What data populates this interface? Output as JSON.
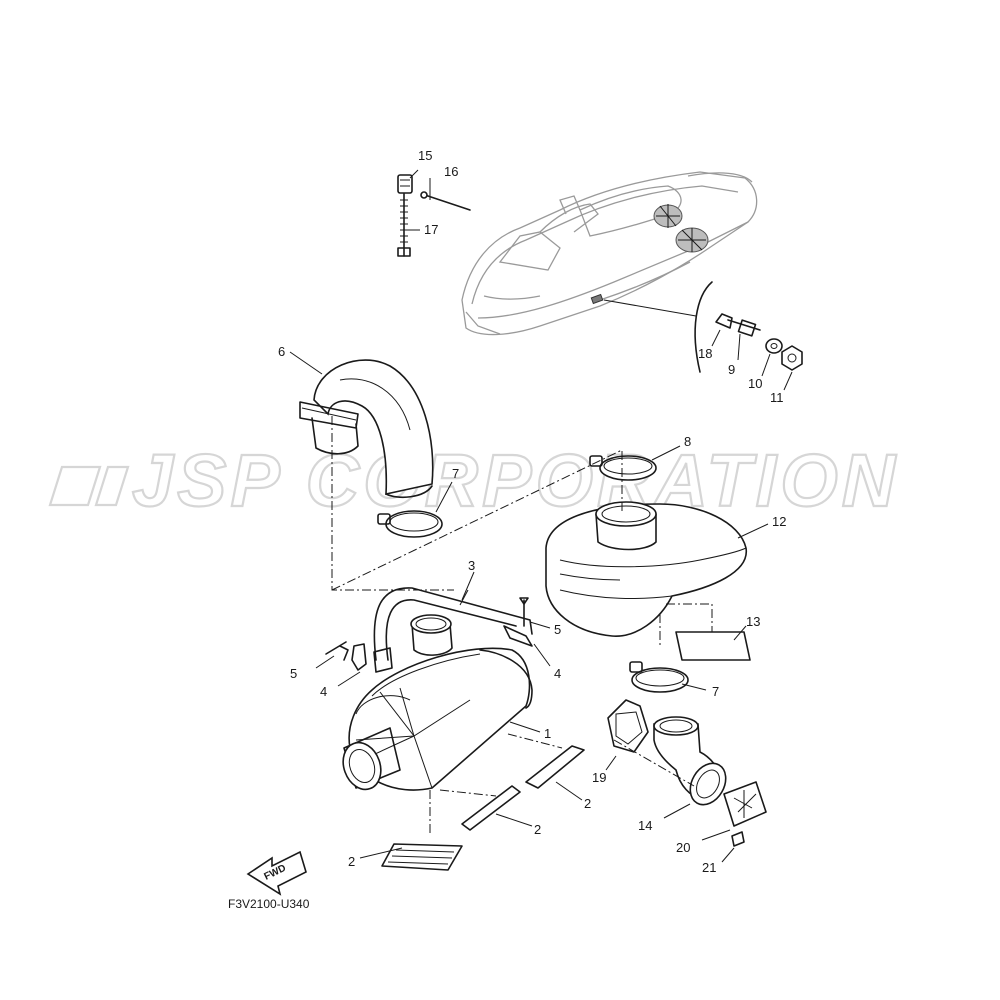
{
  "watermark": {
    "text": "JSP CORPORATION"
  },
  "diagram_code": "F3V2100-U340",
  "fwd_label": "FWD",
  "callouts": [
    {
      "id": "c15",
      "text": "15"
    },
    {
      "id": "c16",
      "text": "16"
    },
    {
      "id": "c17",
      "text": "17"
    },
    {
      "id": "c18",
      "text": "18"
    },
    {
      "id": "c9",
      "text": "9"
    },
    {
      "id": "c10",
      "text": "10"
    },
    {
      "id": "c11",
      "text": "11"
    },
    {
      "id": "c6",
      "text": "6"
    },
    {
      "id": "c8",
      "text": "8"
    },
    {
      "id": "c7a",
      "text": "7"
    },
    {
      "id": "c12",
      "text": "12"
    },
    {
      "id": "c3",
      "text": "3"
    },
    {
      "id": "c5a",
      "text": "5"
    },
    {
      "id": "c13",
      "text": "13"
    },
    {
      "id": "c5b",
      "text": "5"
    },
    {
      "id": "c4a",
      "text": "4"
    },
    {
      "id": "c4b",
      "text": "4"
    },
    {
      "id": "c7b",
      "text": "7"
    },
    {
      "id": "c1",
      "text": "1"
    },
    {
      "id": "c19",
      "text": "19"
    },
    {
      "id": "c2a",
      "text": "2"
    },
    {
      "id": "c2b",
      "text": "2"
    },
    {
      "id": "c14",
      "text": "14"
    },
    {
      "id": "c20",
      "text": "20"
    },
    {
      "id": "c2c",
      "text": "2"
    },
    {
      "id": "c21",
      "text": "21"
    }
  ]
}
